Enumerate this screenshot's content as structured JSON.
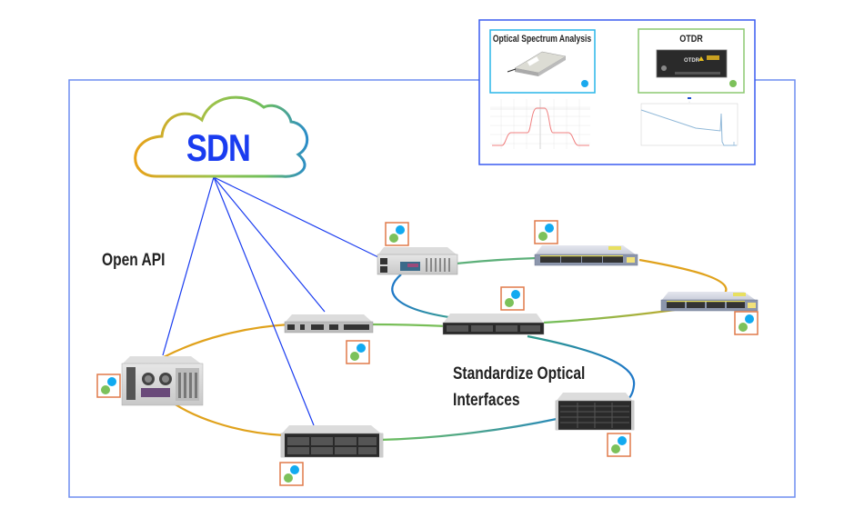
{
  "cloud": {
    "label": "SDN",
    "label_color": "#1a3cf0"
  },
  "labels": {
    "open_api": "Open API",
    "standardize_line1": "Standardize Optical",
    "standardize_line2": "Interfaces"
  },
  "inset": {
    "osa": {
      "title": "Optical Spectrum Analysis",
      "border_color": "#29b6e8",
      "dot_color": "#1aa9ee"
    },
    "otdr": {
      "title": "OTDR",
      "border_color": "#8cc870",
      "dot_color": "#7cc15a",
      "device_text": "OTDR"
    }
  },
  "colors": {
    "frame": "#3a5cf0",
    "sdn_link": "#1a3cf0",
    "badge_border": "#e07a4a",
    "badge_blue": "#12aaf0",
    "badge_green": "#7cc15a",
    "ring_orange": "#e0a21c",
    "ring_green": "#6fbf5c",
    "ring_blue": "#1f78c8"
  },
  "devices": [
    {
      "id": "server-left-4u",
      "type": "4U server"
    },
    {
      "id": "server-mid-1u",
      "type": "1U server"
    },
    {
      "id": "server-top-2u",
      "type": "2U server"
    },
    {
      "id": "server-center-1u",
      "type": "1U server"
    },
    {
      "id": "switch-top",
      "type": "48-port switch"
    },
    {
      "id": "switch-right",
      "type": "48-port switch"
    },
    {
      "id": "server-bottom-2u",
      "type": "2U server"
    },
    {
      "id": "storage-right-4u",
      "type": "4U storage"
    }
  ]
}
